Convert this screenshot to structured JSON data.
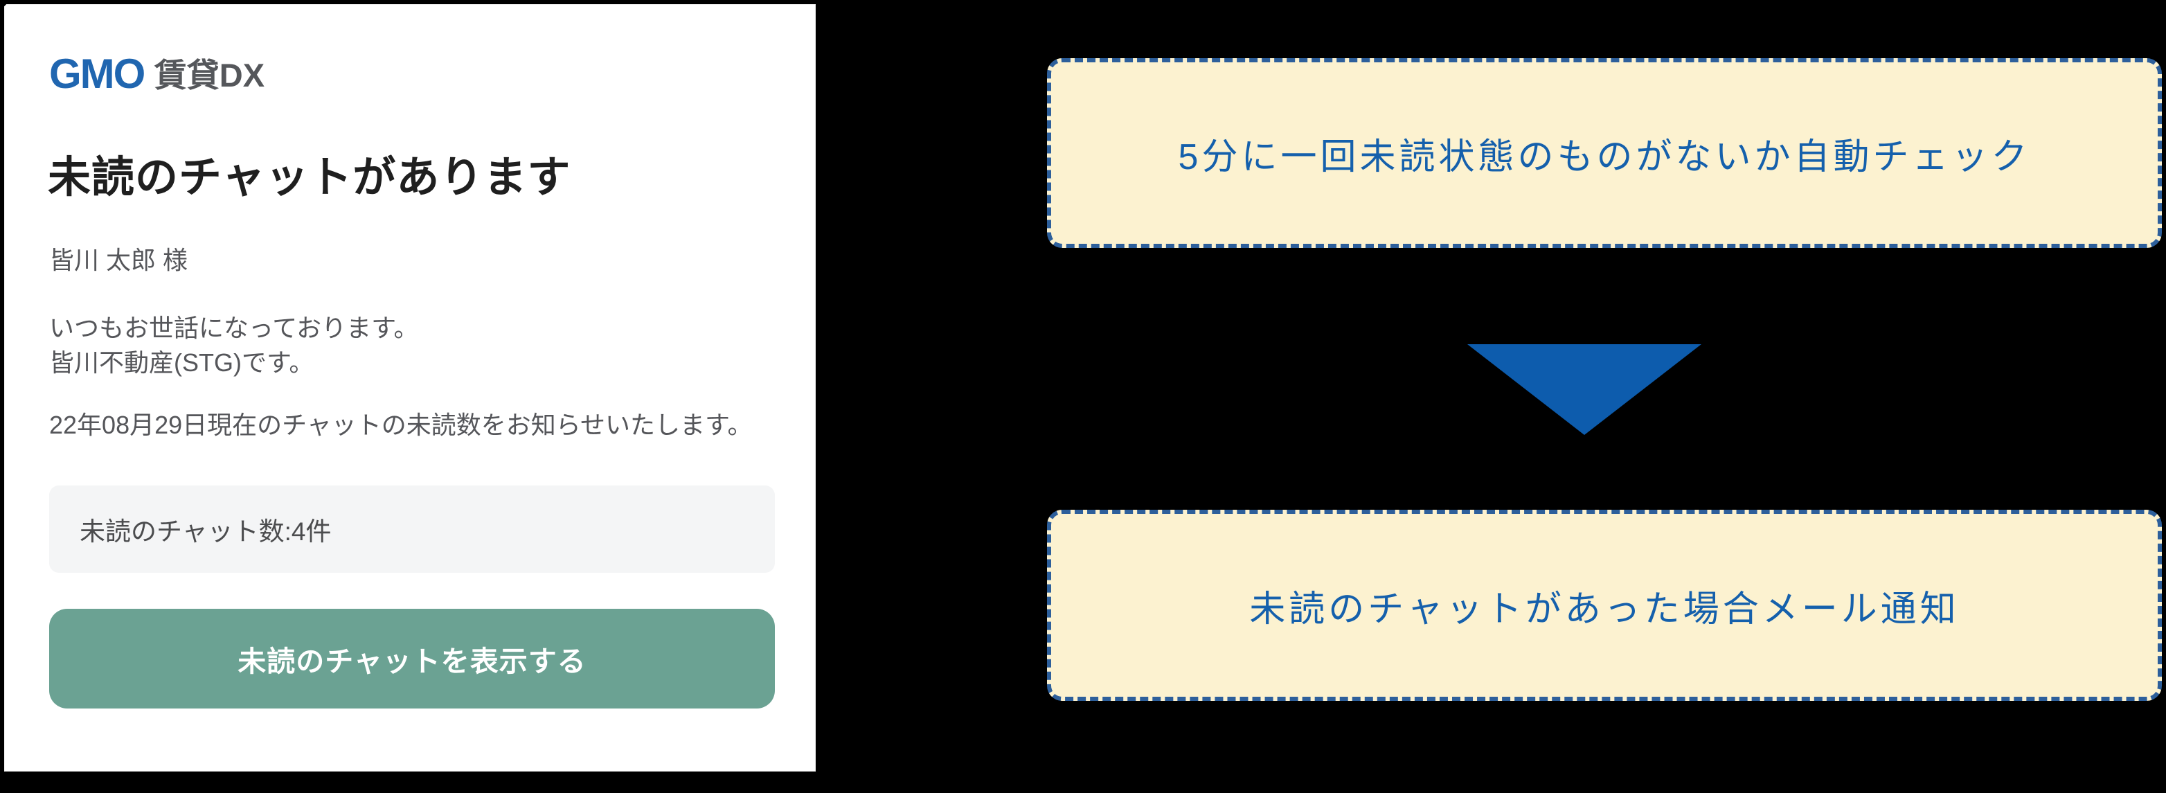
{
  "page": {
    "background_color": "#000000"
  },
  "email_card": {
    "logo": {
      "gmo": "GMO",
      "suffix": "賃貸DX",
      "gmo_color": "#2066b0",
      "suffix_color": "#55575b"
    },
    "heading": "未読のチャットがあります",
    "recipient": "皆川 太郎 様",
    "greeting_line1": "いつもお世話になっております。",
    "greeting_line2": "皆川不動産(STG)です。",
    "date_line": "22年08月29日現在のチャットの未読数をお知らせいたします。",
    "unread_summary": "未読のチャット数:4件",
    "unread_count": 4,
    "unread_box_bg": "#f4f5f6",
    "button_label": "未読のチャットを表示する",
    "button_color": "#6ba293",
    "button_text_color": "#ffffff"
  },
  "annotation": {
    "top_box_label": "5分に一回未読状態のものがないか自動チェック",
    "bottom_box_label": "未読のチャットがあった場合メール通知",
    "box_bg_color": "#fcf2d0",
    "box_border_color": "#2d5f9b",
    "box_text_color": "#1560ac",
    "arrow_color": "#0d5cad",
    "arrow_direction": "down"
  }
}
